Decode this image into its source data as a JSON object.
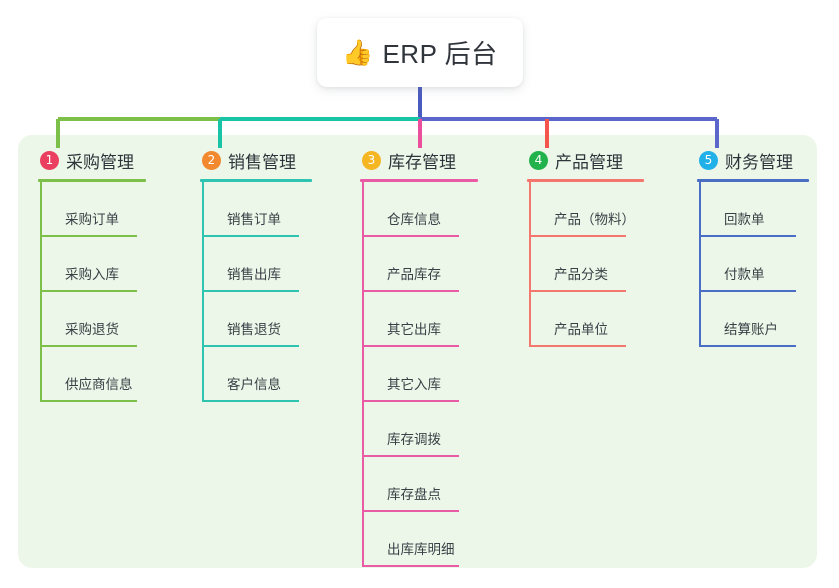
{
  "diagram": {
    "type": "mind-map",
    "background_color": "#ffffff",
    "panel_color": "#edf7e9",
    "root": {
      "icon": "thumbs-up-icon",
      "emoji": "👍",
      "title": "ERP 后台",
      "card_color": "#ffffff",
      "stem_color": "#4a5bc0"
    },
    "bus_segments": [
      {
        "color": "#7cc04a"
      },
      {
        "color": "#18c3a6"
      },
      {
        "color": "#5a66c9"
      }
    ],
    "columns": [
      {
        "number": "1",
        "title": "采购管理",
        "badge_color": "#ea3f5e",
        "line_color": "#7cc04a",
        "drop_color": "#7cc04a",
        "items": [
          {
            "label": "采购订单"
          },
          {
            "label": "采购入库"
          },
          {
            "label": "采购退货"
          },
          {
            "label": "供应商信息"
          }
        ]
      },
      {
        "number": "2",
        "title": "销售管理",
        "badge_color": "#f2892f",
        "line_color": "#2ec4b0",
        "drop_color": "#18c3a6",
        "items": [
          {
            "label": "销售订单"
          },
          {
            "label": "销售出库"
          },
          {
            "label": "销售退货"
          },
          {
            "label": "客户信息"
          }
        ]
      },
      {
        "number": "3",
        "title": "库存管理",
        "badge_color": "#f5b622",
        "line_color": "#ea5ba6",
        "drop_color": "#ea4e9c",
        "items": [
          {
            "label": "仓库信息"
          },
          {
            "label": "产品库存"
          },
          {
            "label": "其它出库"
          },
          {
            "label": "其它入库"
          },
          {
            "label": "库存调拨"
          },
          {
            "label": "库存盘点"
          },
          {
            "label": "出库库明细"
          }
        ]
      },
      {
        "number": "4",
        "title": "产品管理",
        "badge_color": "#22b24c",
        "line_color": "#f4776f",
        "drop_color": "#f4564e",
        "items": [
          {
            "label": "产品（物料）"
          },
          {
            "label": "产品分类"
          },
          {
            "label": "产品单位"
          }
        ]
      },
      {
        "number": "5",
        "title": "财务管理",
        "badge_color": "#21b0e8",
        "line_color": "#4a6ec4",
        "drop_color": "#5a66c9",
        "items": [
          {
            "label": "回款单"
          },
          {
            "label": "付款单"
          },
          {
            "label": "结算账户"
          }
        ]
      }
    ]
  }
}
